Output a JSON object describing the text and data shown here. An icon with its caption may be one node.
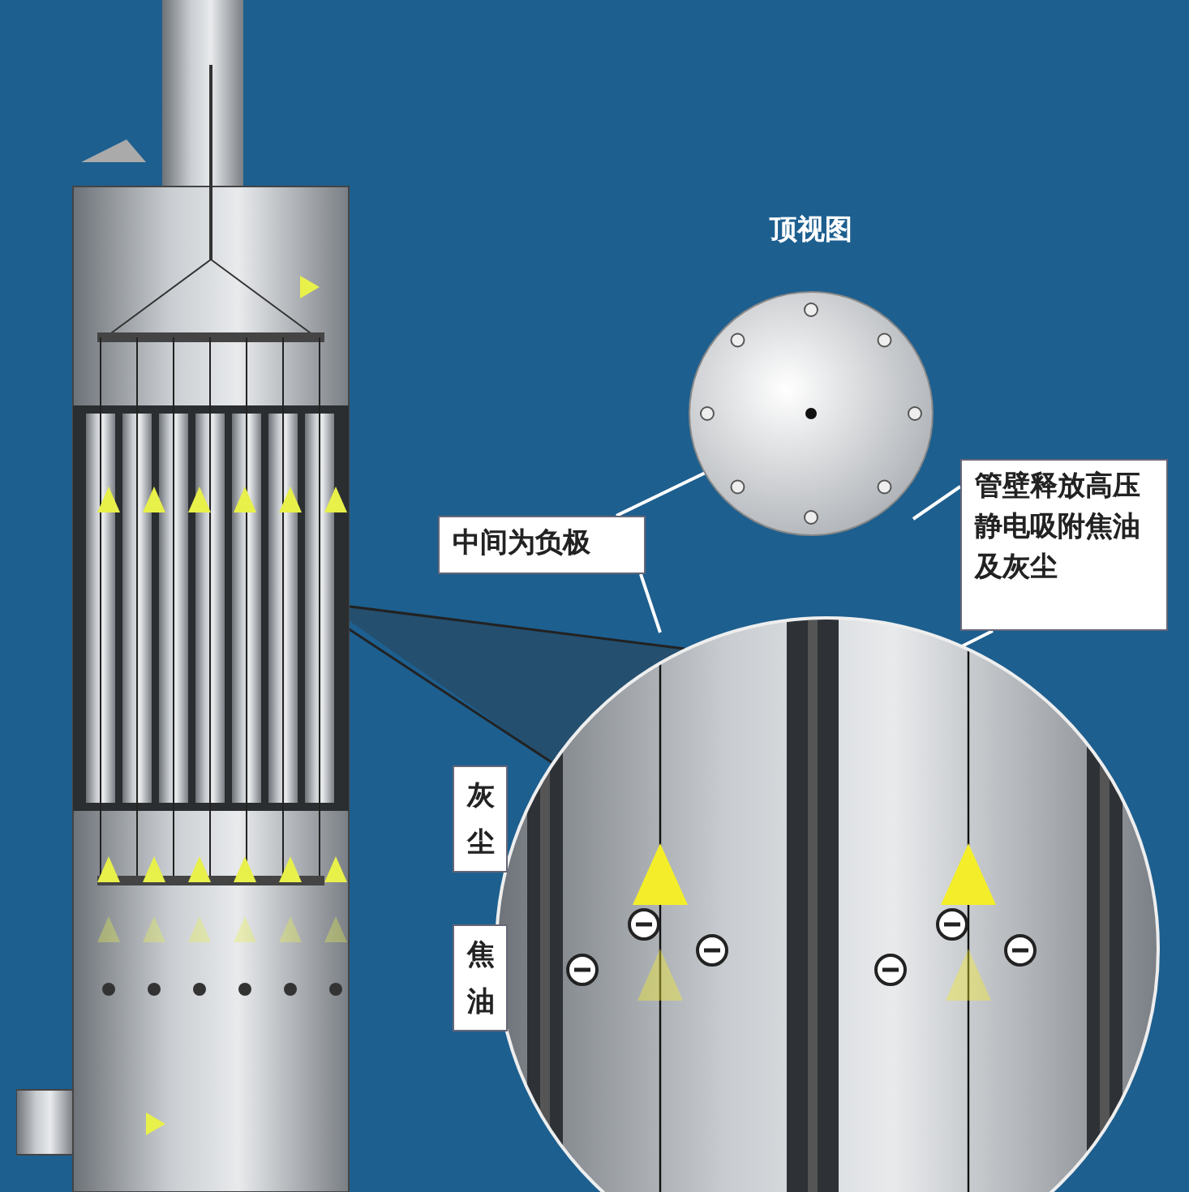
{
  "diagram": {
    "nodes": [
      {
        "text": [
          "顶视图"
        ]
      },
      {
        "text": [
          "中间为负极"
        ]
      },
      {
        "text": [
          "管壁释放高压静电吸附焦油及灰尘"
        ]
      },
      {
        "text": [
          "灰尘"
        ]
      },
      {
        "text": [
          "焦油"
        ]
      },
      {
        "text": [],
        "shape": "picture"
      },
      {
        "text": [],
        "shape": "picture"
      }
    ],
    "edges": [
      {
        "from": 1,
        "to": 0,
        "arrow": "none"
      },
      {
        "from": 1,
        "to": 6,
        "arrow": "none"
      },
      {
        "from": 2,
        "to": 0,
        "arrow": "none"
      },
      {
        "from": 2,
        "to": 6,
        "arrow": "none"
      },
      {
        "from": 5,
        "to": 6,
        "arrow": "none",
        "color": "#222222"
      },
      {
        "from": 5,
        "to": 6,
        "arrow": "none",
        "color": "#222222"
      }
    ]
  }
}
